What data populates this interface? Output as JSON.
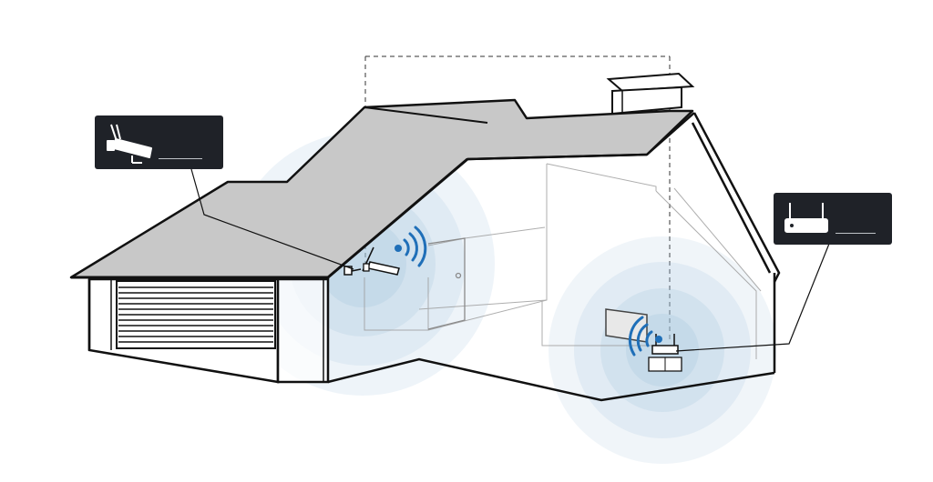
{
  "scene": {
    "colors": {
      "outline": "#111111",
      "roof": "#c9c9c9",
      "wall": "#ffffff",
      "interior": "#d6d6d6",
      "coverage": "#9fc3db",
      "wifi": "#1f6fb8",
      "callout_bg": "#1f2228"
    }
  },
  "callouts": [
    {
      "device": "security-camera",
      "icon": "camera-icon",
      "caption": ""
    },
    {
      "device": "wifi-router",
      "icon": "router-icon",
      "caption": ""
    }
  ],
  "coverage_zones": [
    {
      "device": "security-camera",
      "rings": 4
    },
    {
      "device": "wifi-router",
      "rings": 4
    }
  ]
}
